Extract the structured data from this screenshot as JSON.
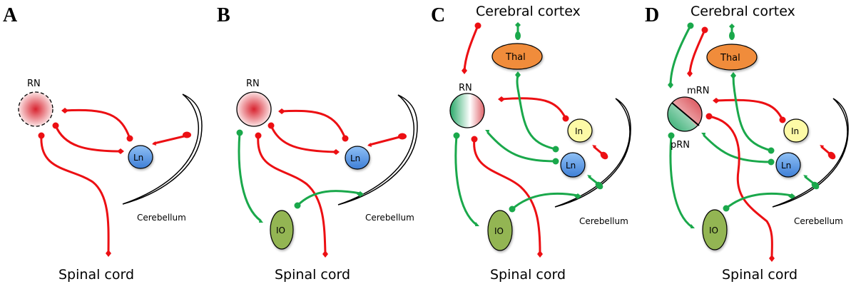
{
  "figure": {
    "colors": {
      "inhibitory_red": "#ec0f13",
      "excitatory_green": "#1aa84b",
      "ln_blue": "#5b9ae6",
      "in_yellow": "#fdfaa6",
      "thal_orange": "#f08c3a",
      "io_green": "#93b552",
      "rn_red": "#d8232f"
    },
    "panels": [
      {
        "letter": "A",
        "labels": {
          "rn": "RN",
          "ln": "Ln",
          "cerebellum": "Cerebellum",
          "spinal_cord": "Spinal cord"
        }
      },
      {
        "letter": "B",
        "labels": {
          "rn": "RN",
          "ln": "Ln",
          "io": "IO",
          "cerebellum": "Cerebellum",
          "spinal_cord": "Spinal cord"
        }
      },
      {
        "letter": "C",
        "labels": {
          "cortex": "Cerebral cortex",
          "thal": "Thal",
          "rn": "RN",
          "in": "In",
          "ln": "Ln",
          "io": "IO",
          "cerebellum": "Cerebellum",
          "spinal_cord": "Spinal cord"
        }
      },
      {
        "letter": "D",
        "labels": {
          "cortex": "Cerebral cortex",
          "thal": "Thal",
          "mrn": "mRN",
          "prn": "pRN",
          "in": "In",
          "ln": "Ln",
          "io": "IO",
          "cerebellum": "Cerebellum",
          "spinal_cord": "Spinal cord"
        }
      }
    ]
  }
}
